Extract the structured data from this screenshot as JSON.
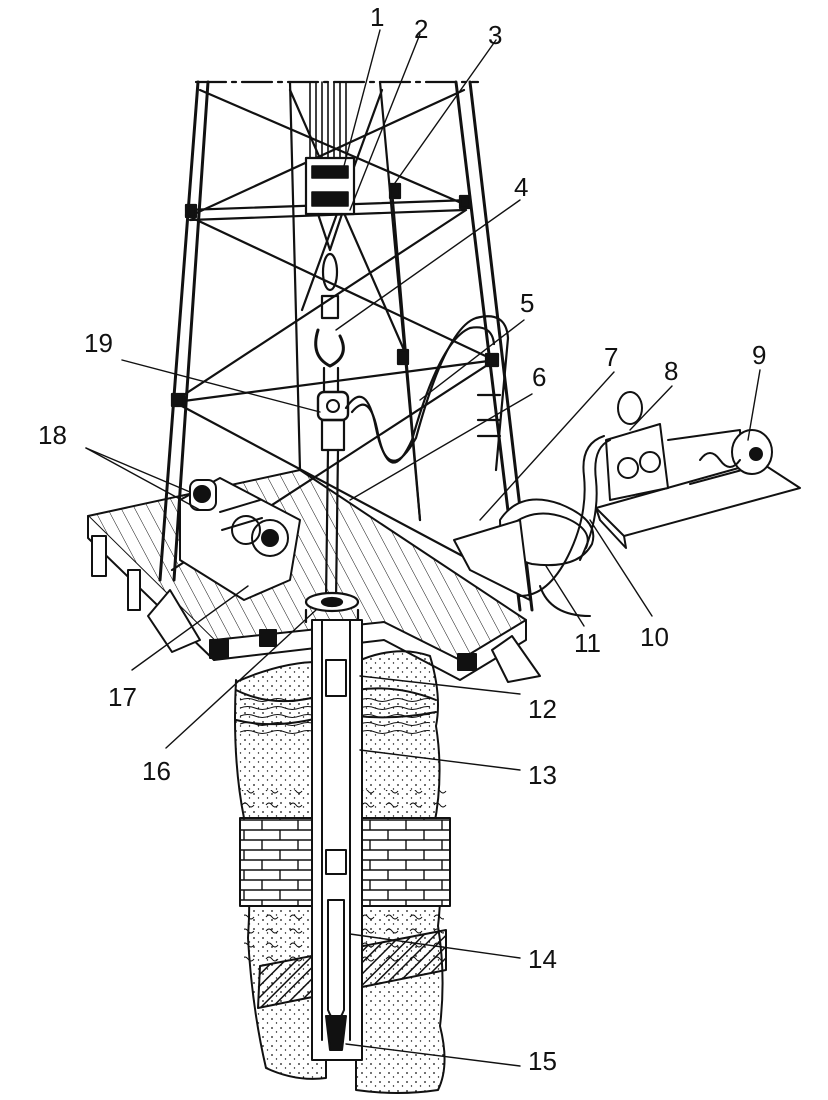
{
  "figure": {
    "kind": "drilling-rig-schematic",
    "ink_color": "#111111",
    "paper_color": "#ffffff"
  },
  "callouts": [
    {
      "id": "1",
      "label": "1"
    },
    {
      "id": "2",
      "label": "2"
    },
    {
      "id": "3",
      "label": "3"
    },
    {
      "id": "4",
      "label": "4"
    },
    {
      "id": "5",
      "label": "5"
    },
    {
      "id": "6",
      "label": "6"
    },
    {
      "id": "7",
      "label": "7"
    },
    {
      "id": "8",
      "label": "8"
    },
    {
      "id": "9",
      "label": "9"
    },
    {
      "id": "10",
      "label": "10"
    },
    {
      "id": "11",
      "label": "11"
    },
    {
      "id": "12",
      "label": "12"
    },
    {
      "id": "13",
      "label": "13"
    },
    {
      "id": "14",
      "label": "14"
    },
    {
      "id": "15",
      "label": "15"
    },
    {
      "id": "16",
      "label": "16"
    },
    {
      "id": "17",
      "label": "17"
    },
    {
      "id": "18",
      "label": "18"
    },
    {
      "id": "19",
      "label": "19"
    }
  ]
}
